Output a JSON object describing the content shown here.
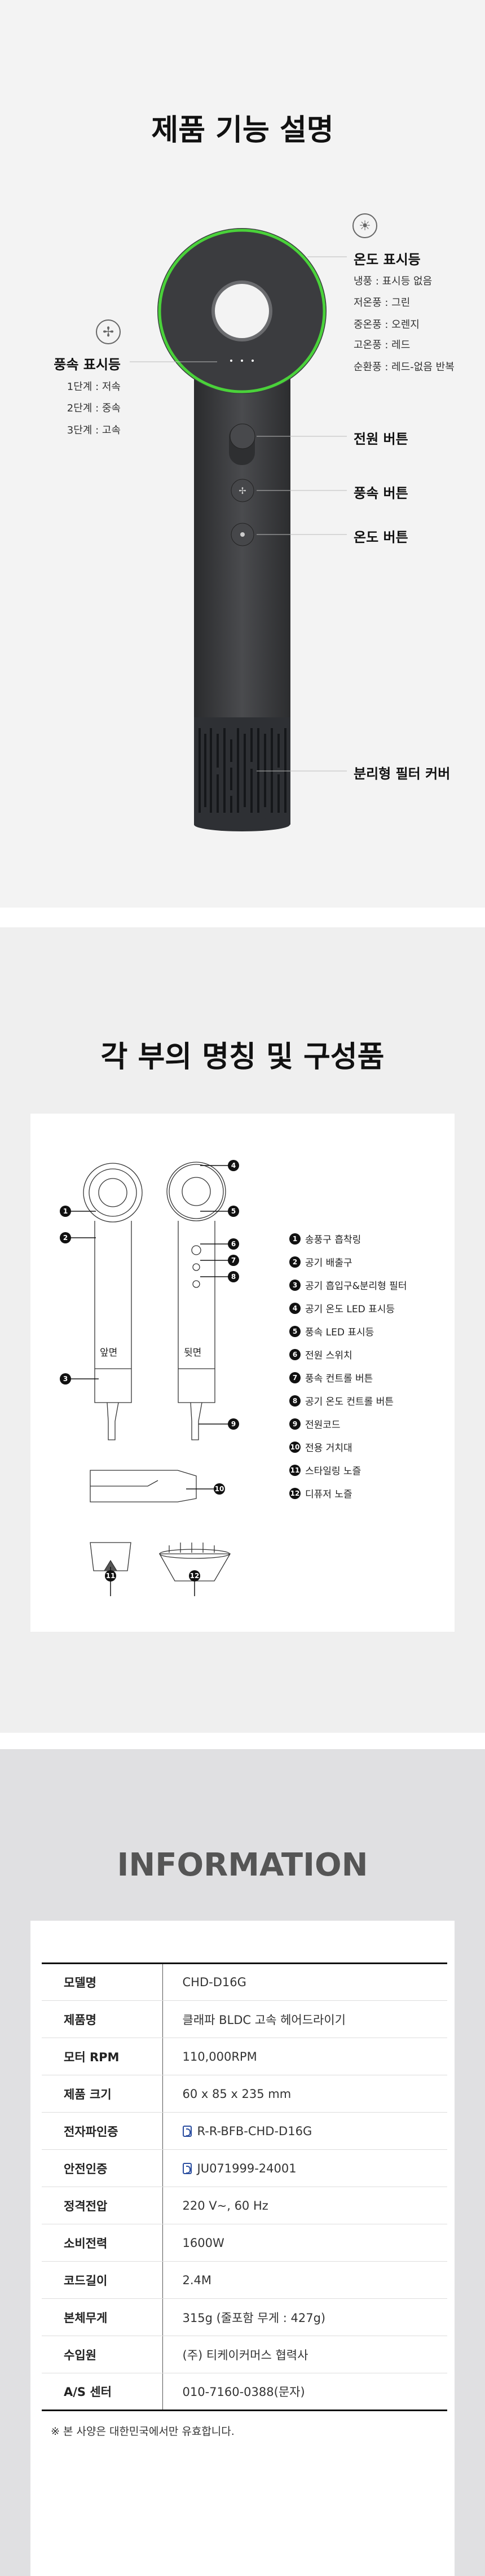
{
  "section1": {
    "title": "제품 기능 설명",
    "temp_indicator": {
      "label": "온도 표시등",
      "lines": [
        "냉풍 : 표시등 없음",
        "저온풍 : 그린",
        "중온풍 : 오렌지",
        "고온풍 : 레드",
        "순환풍 : 레드-없음 반복"
      ]
    },
    "speed_indicator": {
      "label": "풍속 표시등",
      "lines": [
        "1단계 : 저속",
        "2단계 : 중속",
        "3단계 : 고속"
      ]
    },
    "power_button": "전원 버튼",
    "speed_button": "풍속 버튼",
    "temp_button": "온도 버튼",
    "filter_cover": "분리형 필터 커버",
    "ring_color": "#4ad23a"
  },
  "section2": {
    "title": "각 부의 명칭 및 구성품",
    "front_label": "앞면",
    "back_label": "뒷면",
    "parts": [
      {
        "n": "1",
        "label": "송풍구 흡착링"
      },
      {
        "n": "2",
        "label": "공기 배출구"
      },
      {
        "n": "3",
        "label": "공기 흡입구&분리형 필터"
      },
      {
        "n": "4",
        "label": "공기 온도 LED 표시등"
      },
      {
        "n": "5",
        "label": "풍속 LED 표시등"
      },
      {
        "n": "6",
        "label": "전원 스위치"
      },
      {
        "n": "7",
        "label": "풍속 컨트롤 버튼"
      },
      {
        "n": "8",
        "label": "공기 온도 컨트롤 버튼"
      },
      {
        "n": "9",
        "label": "전원코드"
      },
      {
        "n": "10",
        "label": "전용 거치대"
      },
      {
        "n": "11",
        "label": "스타일링 노즐"
      },
      {
        "n": "12",
        "label": "디퓨저 노즐"
      }
    ]
  },
  "section3": {
    "title": "INFORMATION",
    "rows": [
      {
        "k": "모델명",
        "v": "CHD-D16G"
      },
      {
        "k": "제품명",
        "v": "클래파 BLDC 고속 헤어드라이기"
      },
      {
        "k": "모터 RPM",
        "v": "110,000RPM"
      },
      {
        "k": "제품 크기",
        "v": "60 x 85 x 235 mm"
      },
      {
        "k": "전자파인증",
        "v": "R-R-BFB-CHD-D16G",
        "kc": true
      },
      {
        "k": "안전인증",
        "v": "JU071999-24001",
        "kc": true
      },
      {
        "k": "정격전압",
        "v": "220 V~, 60 Hz"
      },
      {
        "k": "소비전력",
        "v": "1600W"
      },
      {
        "k": "코드길이",
        "v": "2.4M"
      },
      {
        "k": "본체무게",
        "v": "315g (줄포함 무게 : 427g)"
      },
      {
        "k": "수입원",
        "v": "(주) 티케이커머스 협력사"
      },
      {
        "k": "A/S 센터",
        "v": "010-7160-0388(문자)"
      }
    ],
    "note": "※ 본 사양은 대한민국에서만 유효합니다."
  }
}
